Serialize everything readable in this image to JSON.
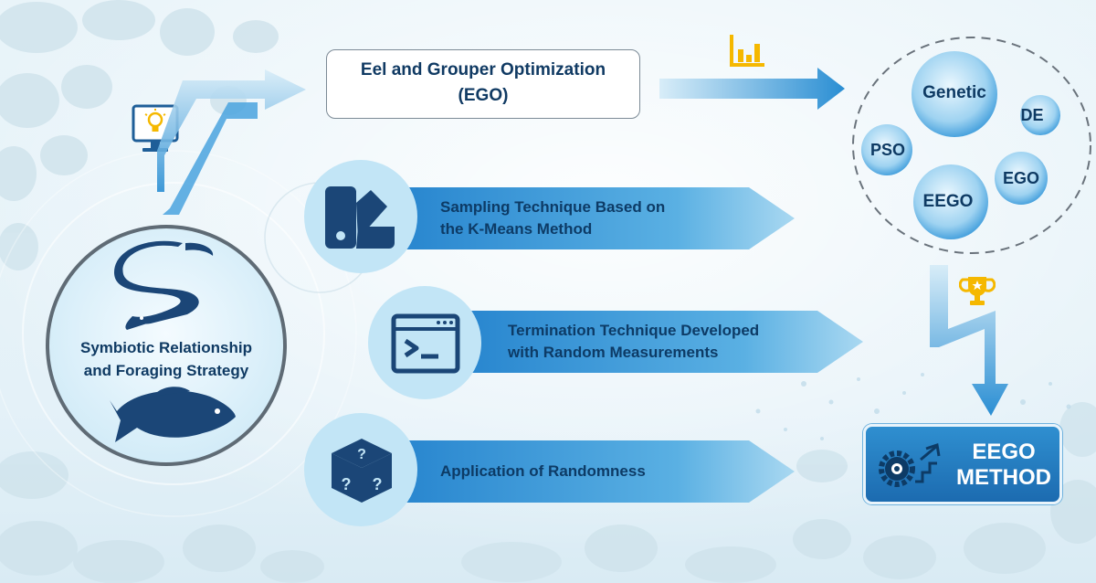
{
  "top_box": {
    "line1": "Eel and Grouper Optimization",
    "line2": "(EGO)"
  },
  "steps": [
    {
      "line1": "Sampling Technique Based on",
      "line2": "the K-Means Method",
      "icon": "palette-swatch-icon"
    },
    {
      "line1": "Termination Technique Developed",
      "line2": "with Random Measurements",
      "icon": "terminal-window-icon"
    },
    {
      "line1": "Application of Randomness",
      "icon": "question-dice-icon"
    }
  ],
  "source": {
    "line1": "Symbiotic Relationship",
    "line2": "and Foraging Strategy",
    "icons": [
      "eel-icon",
      "grouper-fish-icon"
    ]
  },
  "comparison": {
    "methods": [
      "Genetic",
      "DE",
      "PSO",
      "EGO",
      "EEGO"
    ]
  },
  "result": {
    "line1": "EEGO",
    "line2": "METHOD",
    "icon": "gear-growth-icon"
  },
  "decorative_icons": [
    "monitor-lightbulb-icon",
    "bar-chart-icon",
    "trophy-icon"
  ],
  "colors": {
    "dark_navy": "#0d3b66",
    "arrow_blue": "#2a8ed3",
    "light_blue": "#b9e1f5",
    "accent_yellow": "#f5b800",
    "result_blue": "#1f73b7"
  }
}
